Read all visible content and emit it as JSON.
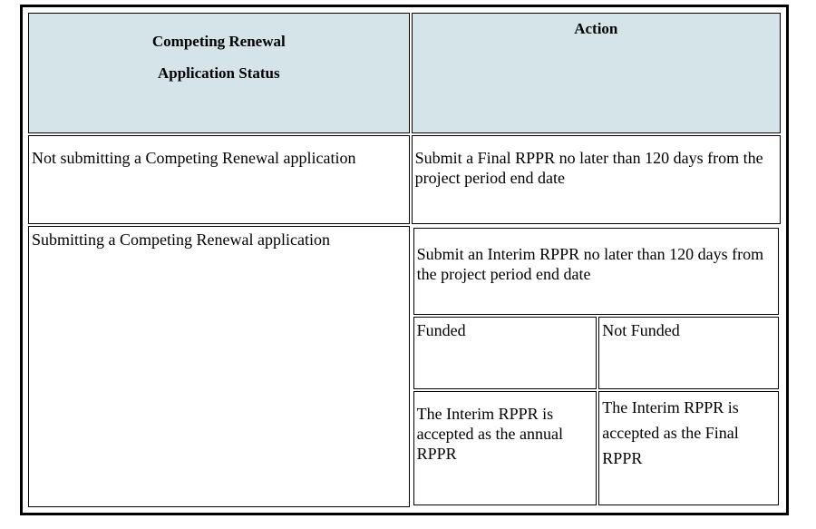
{
  "table": {
    "headers": {
      "col1_line1": "Competing Renewal",
      "col1_line2": "Application Status",
      "col2": "Action"
    },
    "rows": [
      {
        "status": "Not submitting a Competing Renewal application",
        "action": "Submit a Final RPPR no later than 120 days from the project period end date"
      },
      {
        "status": "Submitting a Competing Renewal application",
        "action_primary": "Submit an Interim RPPR no later than 120 days from the project period end date",
        "outcomes": [
          {
            "label": "Funded",
            "result": "The Interim RPPR is accepted as the annual RPPR"
          },
          {
            "label": "Not Funded",
            "result": "The Interim RPPR is accepted as the Final RPPR"
          }
        ]
      }
    ]
  },
  "colors": {
    "header_background": "#d4e4e8",
    "border": "#000000",
    "text": "#000000",
    "page_background": "#ffffff"
  }
}
